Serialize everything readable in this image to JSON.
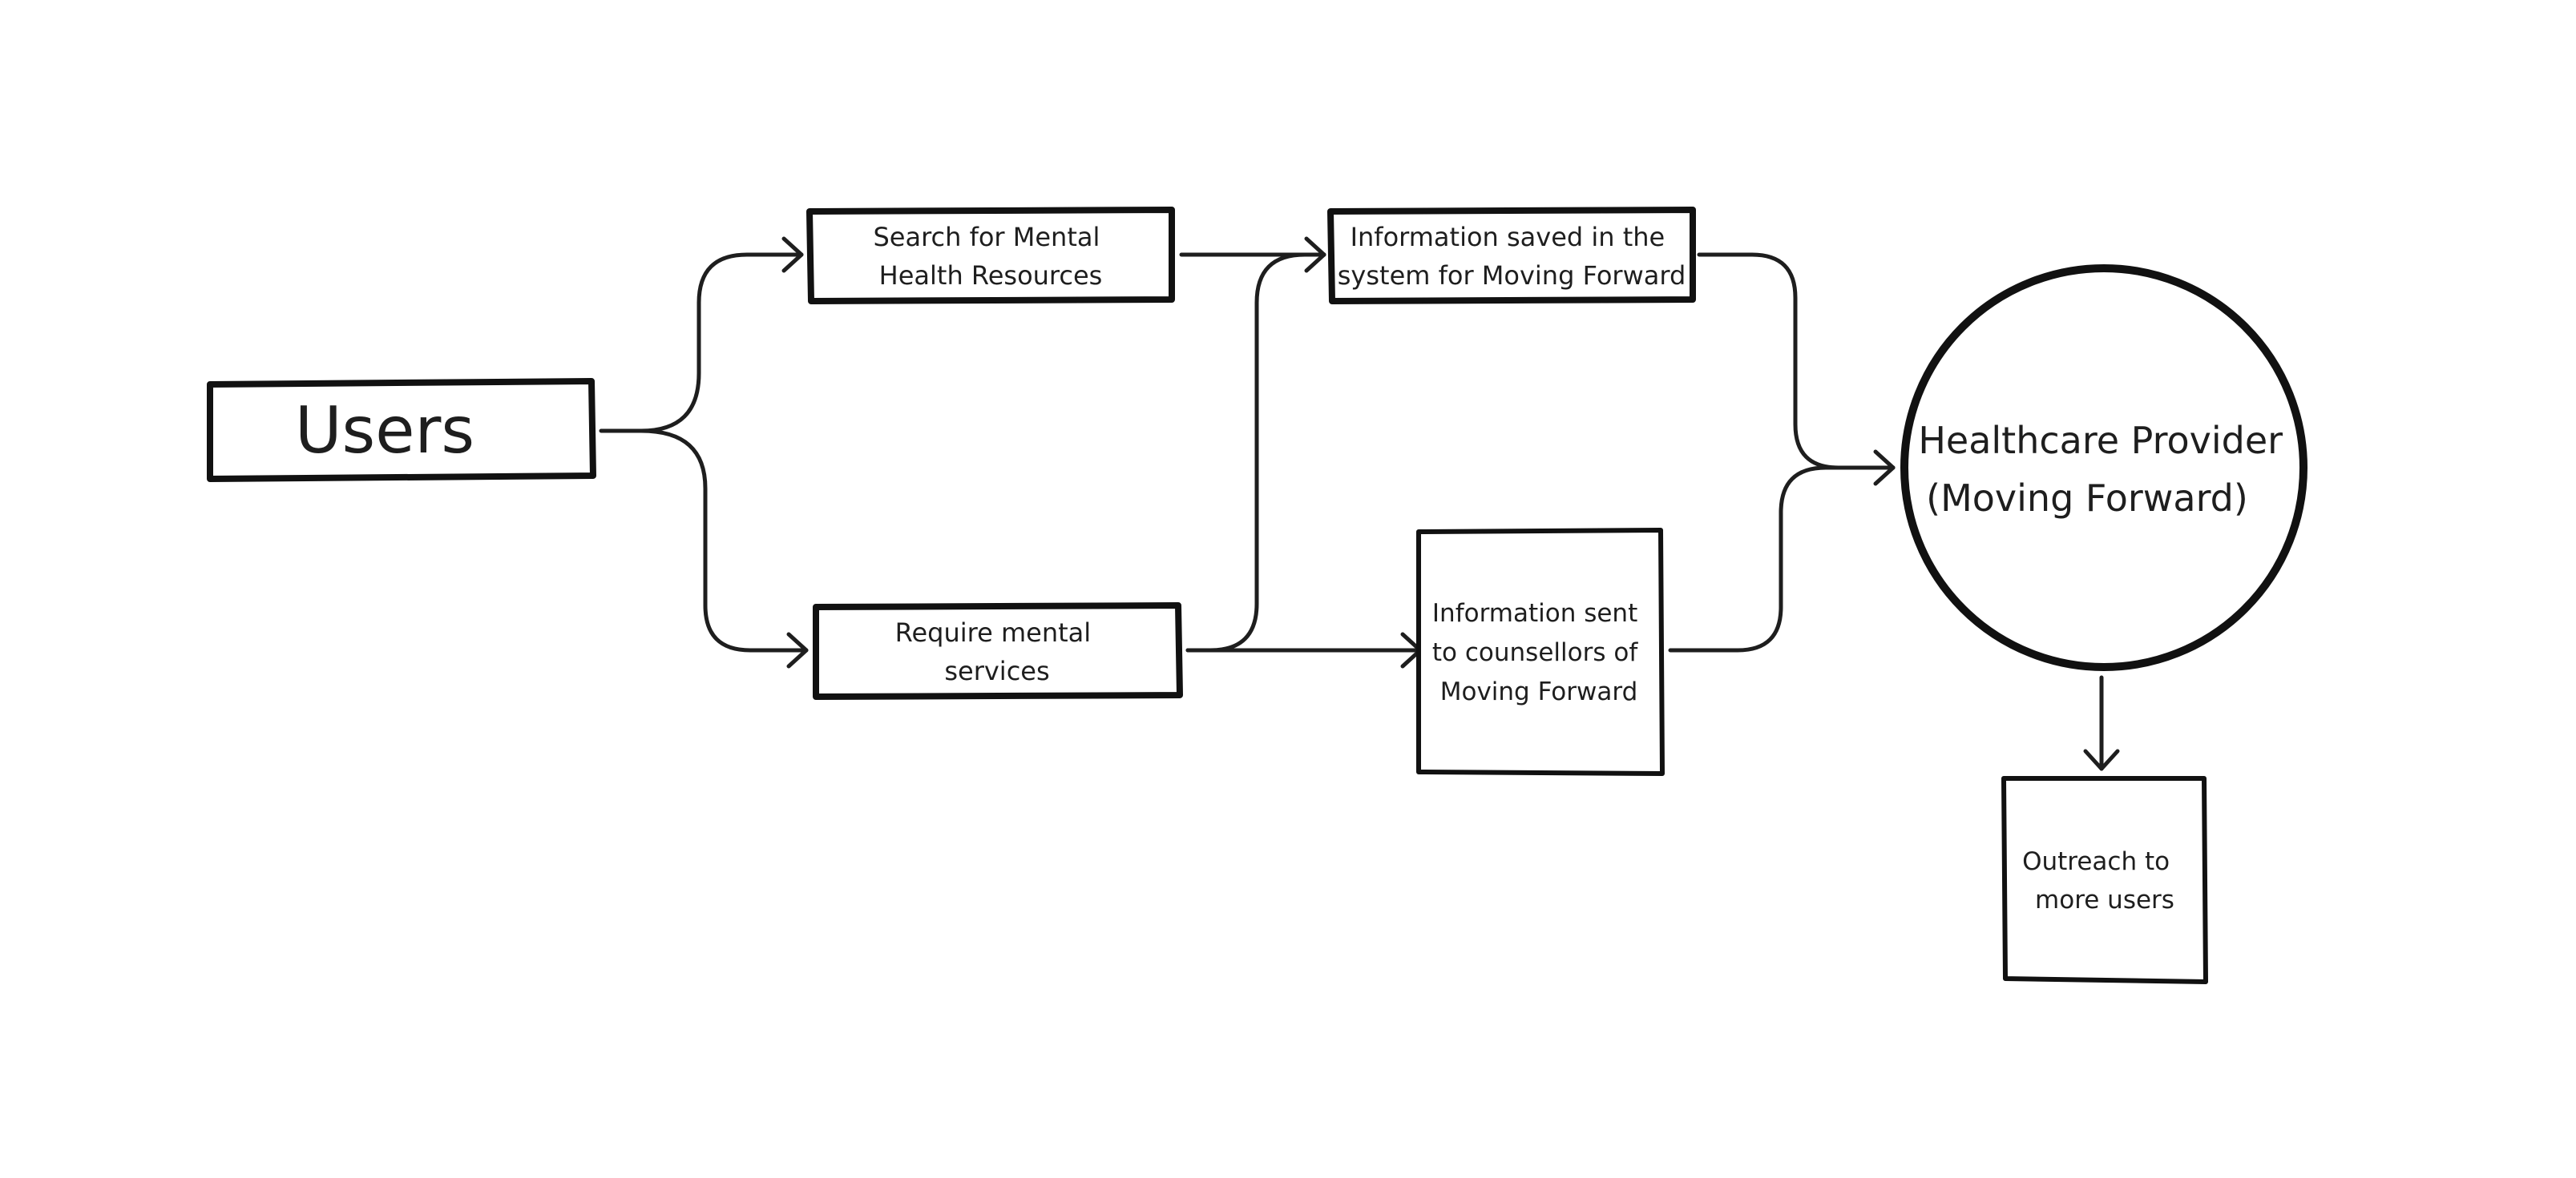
{
  "diagram": {
    "nodes": {
      "users": {
        "lines": [
          "Users"
        ]
      },
      "search": {
        "lines": [
          "Search for Mental",
          "Health Resources"
        ]
      },
      "require": {
        "lines": [
          "Require mental",
          "services"
        ]
      },
      "saved": {
        "lines": [
          "Information saved in the",
          "system for Moving Forward"
        ]
      },
      "sent": {
        "lines": [
          "Information sent",
          "to counsellors of",
          "Moving Forward"
        ]
      },
      "provider": {
        "lines": [
          "Healthcare Provider",
          "(Moving Forward)"
        ]
      },
      "outreach": {
        "lines": [
          "Outreach to",
          "more users"
        ]
      }
    },
    "edges": [
      {
        "from": "users",
        "to": "search"
      },
      {
        "from": "users",
        "to": "require"
      },
      {
        "from": "search",
        "to": "saved"
      },
      {
        "from": "require",
        "to": "saved"
      },
      {
        "from": "require",
        "to": "sent"
      },
      {
        "from": "saved",
        "to": "provider"
      },
      {
        "from": "sent",
        "to": "provider"
      },
      {
        "from": "provider",
        "to": "outreach"
      }
    ],
    "colors": {
      "stroke": "#111111",
      "text": "#1e1e1e",
      "background": "#ffffff"
    }
  }
}
